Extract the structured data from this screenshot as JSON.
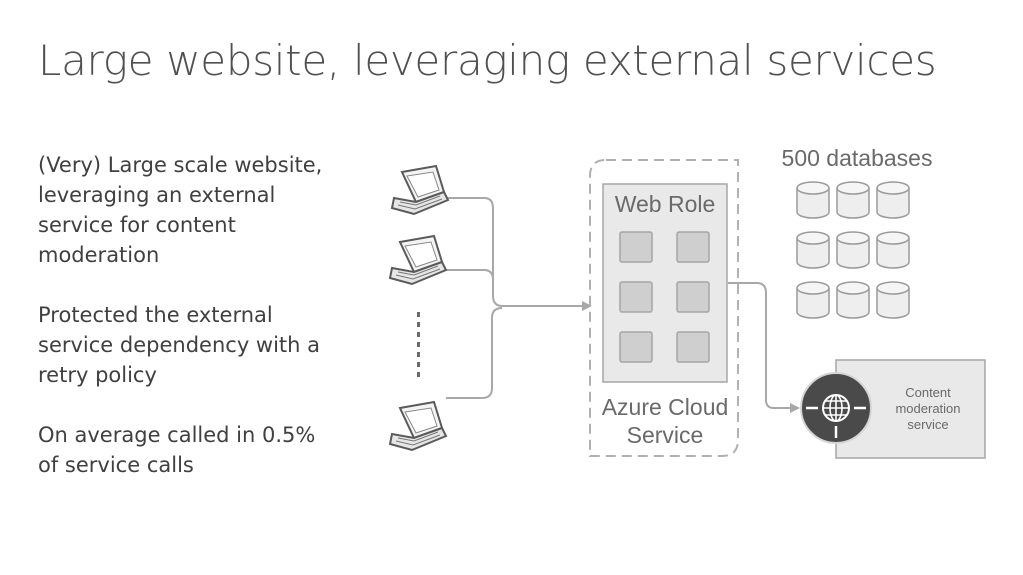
{
  "slide": {
    "title": "Large website, leveraging external services"
  },
  "bullets": [
    {
      "lines": [
        "(Very) Large scale website,",
        "leveraging an external",
        "service for content",
        "moderation"
      ]
    },
    {
      "lines": [
        "Protected the external",
        "service dependency with a",
        "retry policy"
      ]
    },
    {
      "lines": [
        "On average called in 0.5%",
        "of service calls"
      ]
    }
  ],
  "diagram": {
    "databases_label": "500 databases",
    "web_role_label": "Web Role",
    "cloud_label_line1": "Azure Cloud",
    "cloud_label_line2": "Service",
    "external_label_line1": "Content",
    "external_label_line2": "moderation",
    "external_label_line3": "service",
    "colors": {
      "line": "#a8a8a8",
      "box_fill": "#e9e9e9",
      "cell_fill": "#cfcfcf",
      "globe_circle": "#4a4a4a"
    },
    "icons": [
      "laptop-icon",
      "database-icon",
      "globe-icon"
    ]
  }
}
